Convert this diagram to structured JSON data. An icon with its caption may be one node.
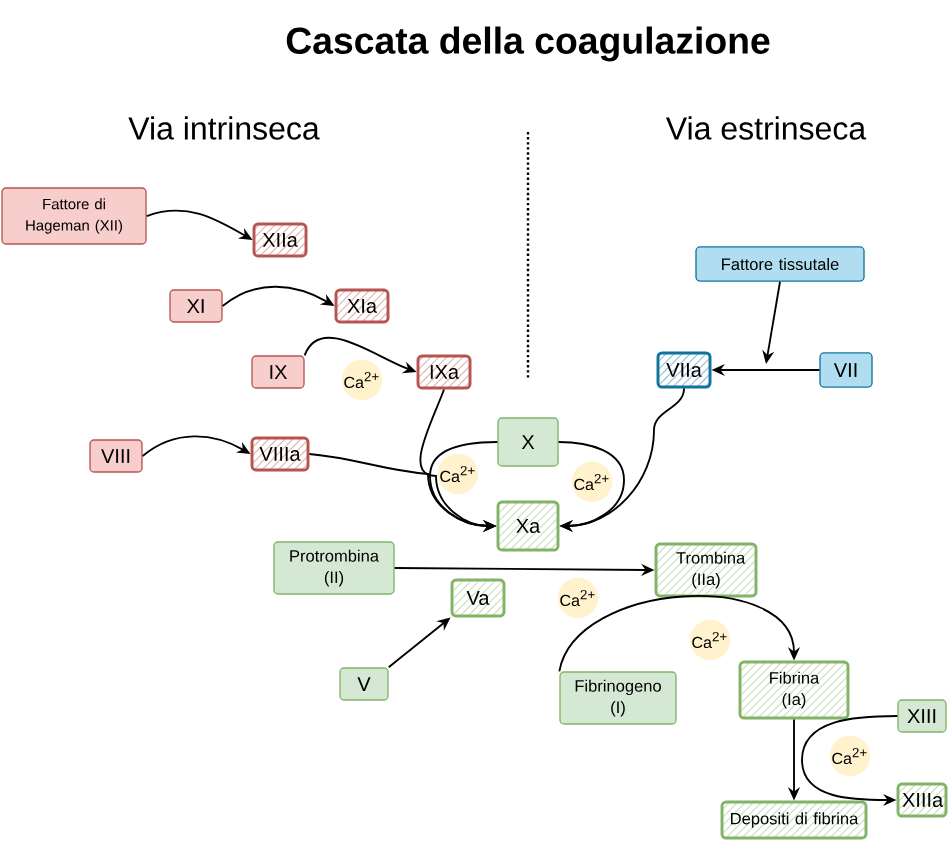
{
  "diagram": {
    "title": "Cascata della coagulazione",
    "nodes": [
      {
        "text": [
          "Fattore di Hageman (XII)"
        ]
      },
      {
        "text": [
          "XIIa"
        ]
      },
      {
        "text": [
          "XI"
        ]
      },
      {
        "text": [
          "XIa"
        ]
      },
      {
        "text": [
          "IX"
        ]
      },
      {
        "text": [
          "IXa"
        ]
      },
      {
        "text": [
          "VIII"
        ]
      },
      {
        "text": [
          "VIIIa"
        ]
      },
      {
        "text": [
          "X"
        ]
      },
      {
        "text": [
          "Xa"
        ]
      },
      {
        "text": [
          "Fattore tissutale"
        ]
      },
      {
        "text": [
          "VIIa"
        ]
      },
      {
        "text": [
          "VII"
        ]
      },
      {
        "text": [
          "Protrombina (II)"
        ]
      },
      {
        "text": [
          "Trombina (IIa)"
        ]
      },
      {
        "text": [
          "Va"
        ]
      },
      {
        "text": [
          "V"
        ]
      },
      {
        "text": [
          "Fibrinogeno (I)"
        ]
      },
      {
        "text": [
          "Fibrina (Ia)"
        ]
      },
      {
        "text": [
          "XIII"
        ]
      },
      {
        "text": [
          "XIIIa"
        ]
      },
      {
        "text": [
          "Depositi di fibrina"
        ]
      },
      {
        "text": [
          "Ca$^{2+}$"
        ]
      },
      {
        "text": [
          "Ca$^{2+}$"
        ]
      },
      {
        "text": [
          "Ca$^{2+}$"
        ]
      },
      {
        "text": [
          "Ca$^{2+}$"
        ]
      },
      {
        "text": [
          "Ca$^{2+}$"
        ]
      },
      {
        "text": [
          "Ca$^{2+}$"
        ]
      }
    ],
    "edges": [
      {
        "from": 0,
        "to": 1,
        "arrow": "to"
      },
      {
        "from": 2,
        "to": 3,
        "arrow": "to"
      },
      {
        "from": 4,
        "to": 5,
        "arrow": "to"
      },
      {
        "from": 6,
        "to": 7,
        "arrow": "to"
      },
      {
        "from": 5,
        "to": 9,
        "arrow": "to"
      },
      {
        "from": 7,
        "to": 9,
        "arrow": "to"
      },
      {
        "from": 8,
        "to": 9,
        "arrow": "to"
      },
      {
        "from": 8,
        "to": 9,
        "arrow": "to"
      },
      {
        "from": 11,
        "to": 9,
        "arrow": "to"
      },
      {
        "from": 12,
        "to": 11,
        "arrow": "to"
      },
      {
        "from": 10,
        "to": null,
        "arrow": "to"
      },
      {
        "from": 13,
        "to": 14,
        "arrow": "to"
      },
      {
        "from": 16,
        "to": 15,
        "arrow": "to"
      },
      {
        "from": 17,
        "to": 18,
        "arrow": "to"
      },
      {
        "from": 18,
        "to": 21,
        "arrow": "to"
      },
      {
        "from": 19,
        "to": 20,
        "arrow": "to"
      }
    ],
    "labels": [
      "Via intrinseca",
      "Via estrinseca"
    ]
  }
}
